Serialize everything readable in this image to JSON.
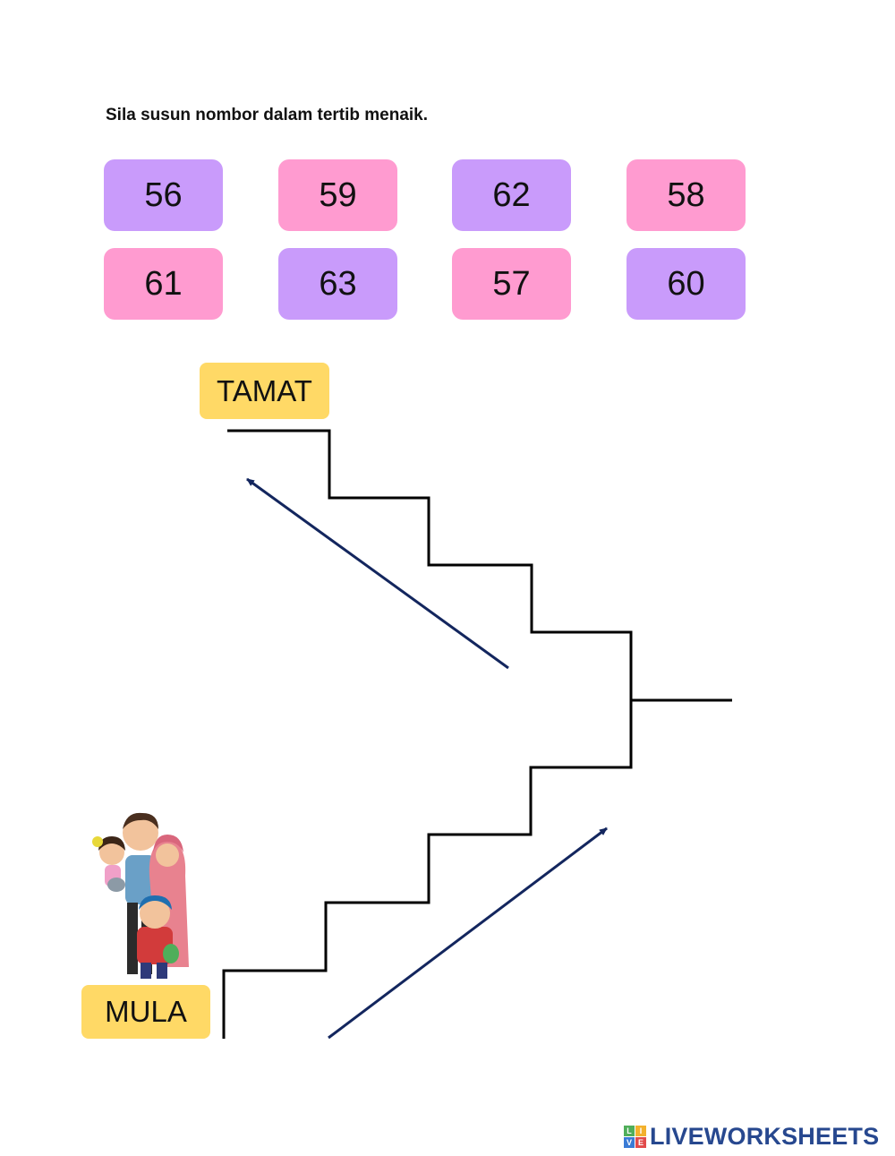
{
  "worksheet": {
    "instruction": "Sila susun nombor dalam tertib menaik.",
    "tiles": [
      {
        "value": "56",
        "color": "#c99bfb"
      },
      {
        "value": "59",
        "color": "#ff9bd0"
      },
      {
        "value": "62",
        "color": "#c99bfb"
      },
      {
        "value": "58",
        "color": "#ff9bd0"
      },
      {
        "value": "61",
        "color": "#ff9bd0"
      },
      {
        "value": "63",
        "color": "#c99bfb"
      },
      {
        "value": "57",
        "color": "#ff9bd0"
      },
      {
        "value": "60",
        "color": "#c99bfb"
      }
    ],
    "start_label": "MULA",
    "end_label": "TAMAT",
    "label_color": "#ffd966",
    "arrow_color": "#13265e"
  },
  "footer": {
    "brand": "LIVEWORKSHEETS",
    "logo_letters": [
      "L",
      "I",
      "V",
      "E"
    ]
  }
}
